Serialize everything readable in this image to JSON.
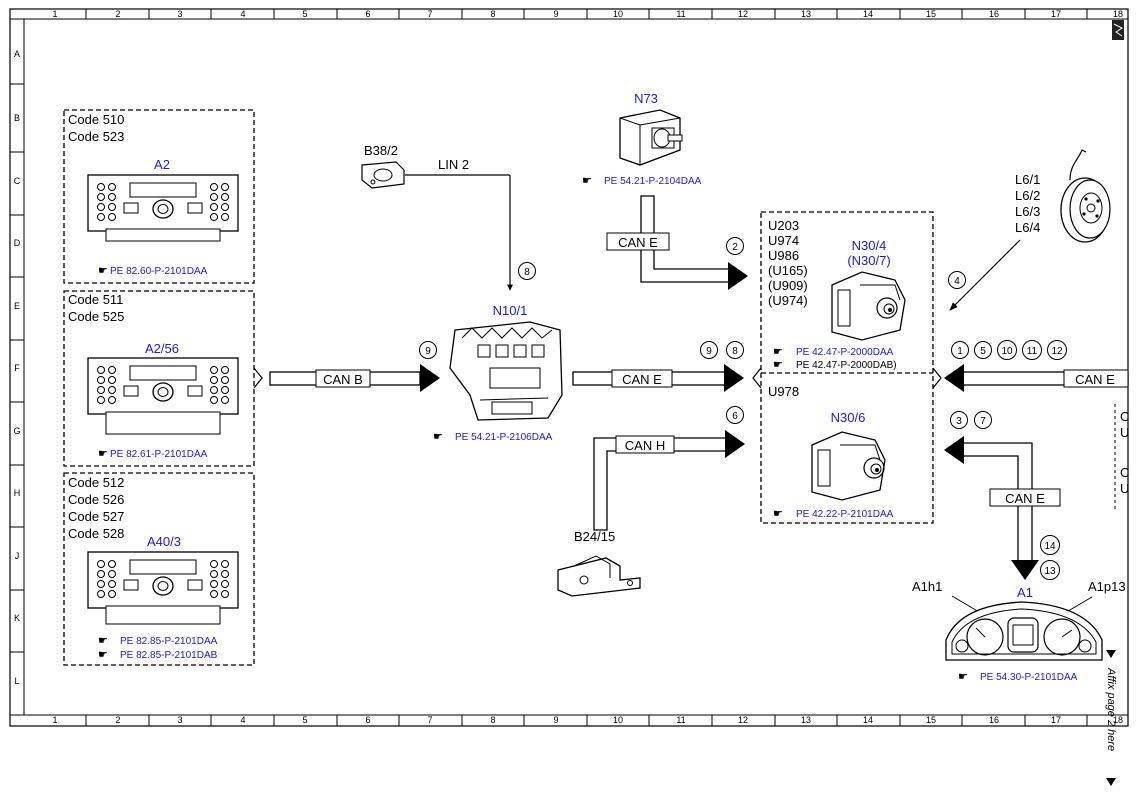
{
  "grid": {
    "columns": [
      "1",
      "2",
      "3",
      "4",
      "5",
      "6",
      "7",
      "8",
      "9",
      "10",
      "11",
      "12",
      "13",
      "14",
      "15",
      "16",
      "17",
      "18"
    ],
    "rows": [
      "A",
      "B",
      "C",
      "D",
      "E",
      "F",
      "G",
      "H",
      "J",
      "K",
      "L"
    ]
  },
  "groups": {
    "g1": {
      "codes": [
        "Code 510",
        "Code 523"
      ],
      "component": "A2",
      "refs": [
        "PE 82.60-P-2101DAA"
      ]
    },
    "g2": {
      "codes": [
        "Code 511",
        "Code 525"
      ],
      "component": "A2/56",
      "refs": [
        "PE 82.61-P-2101DAA"
      ]
    },
    "g3": {
      "codes": [
        "Code 512",
        "Code 526",
        "Code 527",
        "Code 528"
      ],
      "component": "A40/3",
      "refs": [
        "PE 82.85-P-2101DAA",
        "PE 82.85-P-2101DAB"
      ]
    }
  },
  "components": {
    "b38_2": {
      "label": "B38/2"
    },
    "n10_1": {
      "label": "N10/1",
      "ref": "PE 54.21-P-2106DAA"
    },
    "n73": {
      "label": "N73",
      "ref": "PE 54.21-P-2104DAA"
    },
    "b24_15": {
      "label": "B24/15"
    },
    "n30_4": {
      "label": "N30/4",
      "label2": "(N30/7)",
      "codes": [
        "U203",
        "U974",
        "U986",
        "(U165)",
        "(U909)",
        "(U974)"
      ],
      "ref1": "PE 42.47-P-2000DAA",
      "ref2": "PE 42.47-P-2000DAB)"
    },
    "n30_6": {
      "label": "N30/6",
      "code": "U978",
      "ref": "PE 42.22-P-2101DAA"
    },
    "l6": {
      "labels": [
        "L6/1",
        "L6/2",
        "L6/3",
        "L6/4"
      ]
    },
    "a1": {
      "label": "A1",
      "left": "A1h1",
      "right": "A1p13",
      "ref": "PE 54.30-P-2101DAA"
    }
  },
  "buses": {
    "lin2": "LIN 2",
    "canb": "CAN B",
    "cane_top": "CAN E",
    "cane_mid": "CAN E",
    "canh": "CAN H",
    "cane_right": "CAN E",
    "cane_a1": "CAN E"
  },
  "callouts": {
    "c8_n10": "8",
    "c9_left": "9",
    "c2": "2",
    "c9_mid": "9",
    "c8_mid": "8",
    "c6": "6",
    "c4": "4",
    "c1": "1",
    "c5": "5",
    "c10": "10",
    "c11": "11",
    "c12": "12",
    "c3": "3",
    "c7": "7",
    "c14": "14",
    "c13": "13"
  },
  "edge_marks": {
    "c_top": "C",
    "u_top": "U",
    "c_bottom": "C",
    "u_bottom": "U"
  },
  "affix_note": "Affix page 2 here"
}
